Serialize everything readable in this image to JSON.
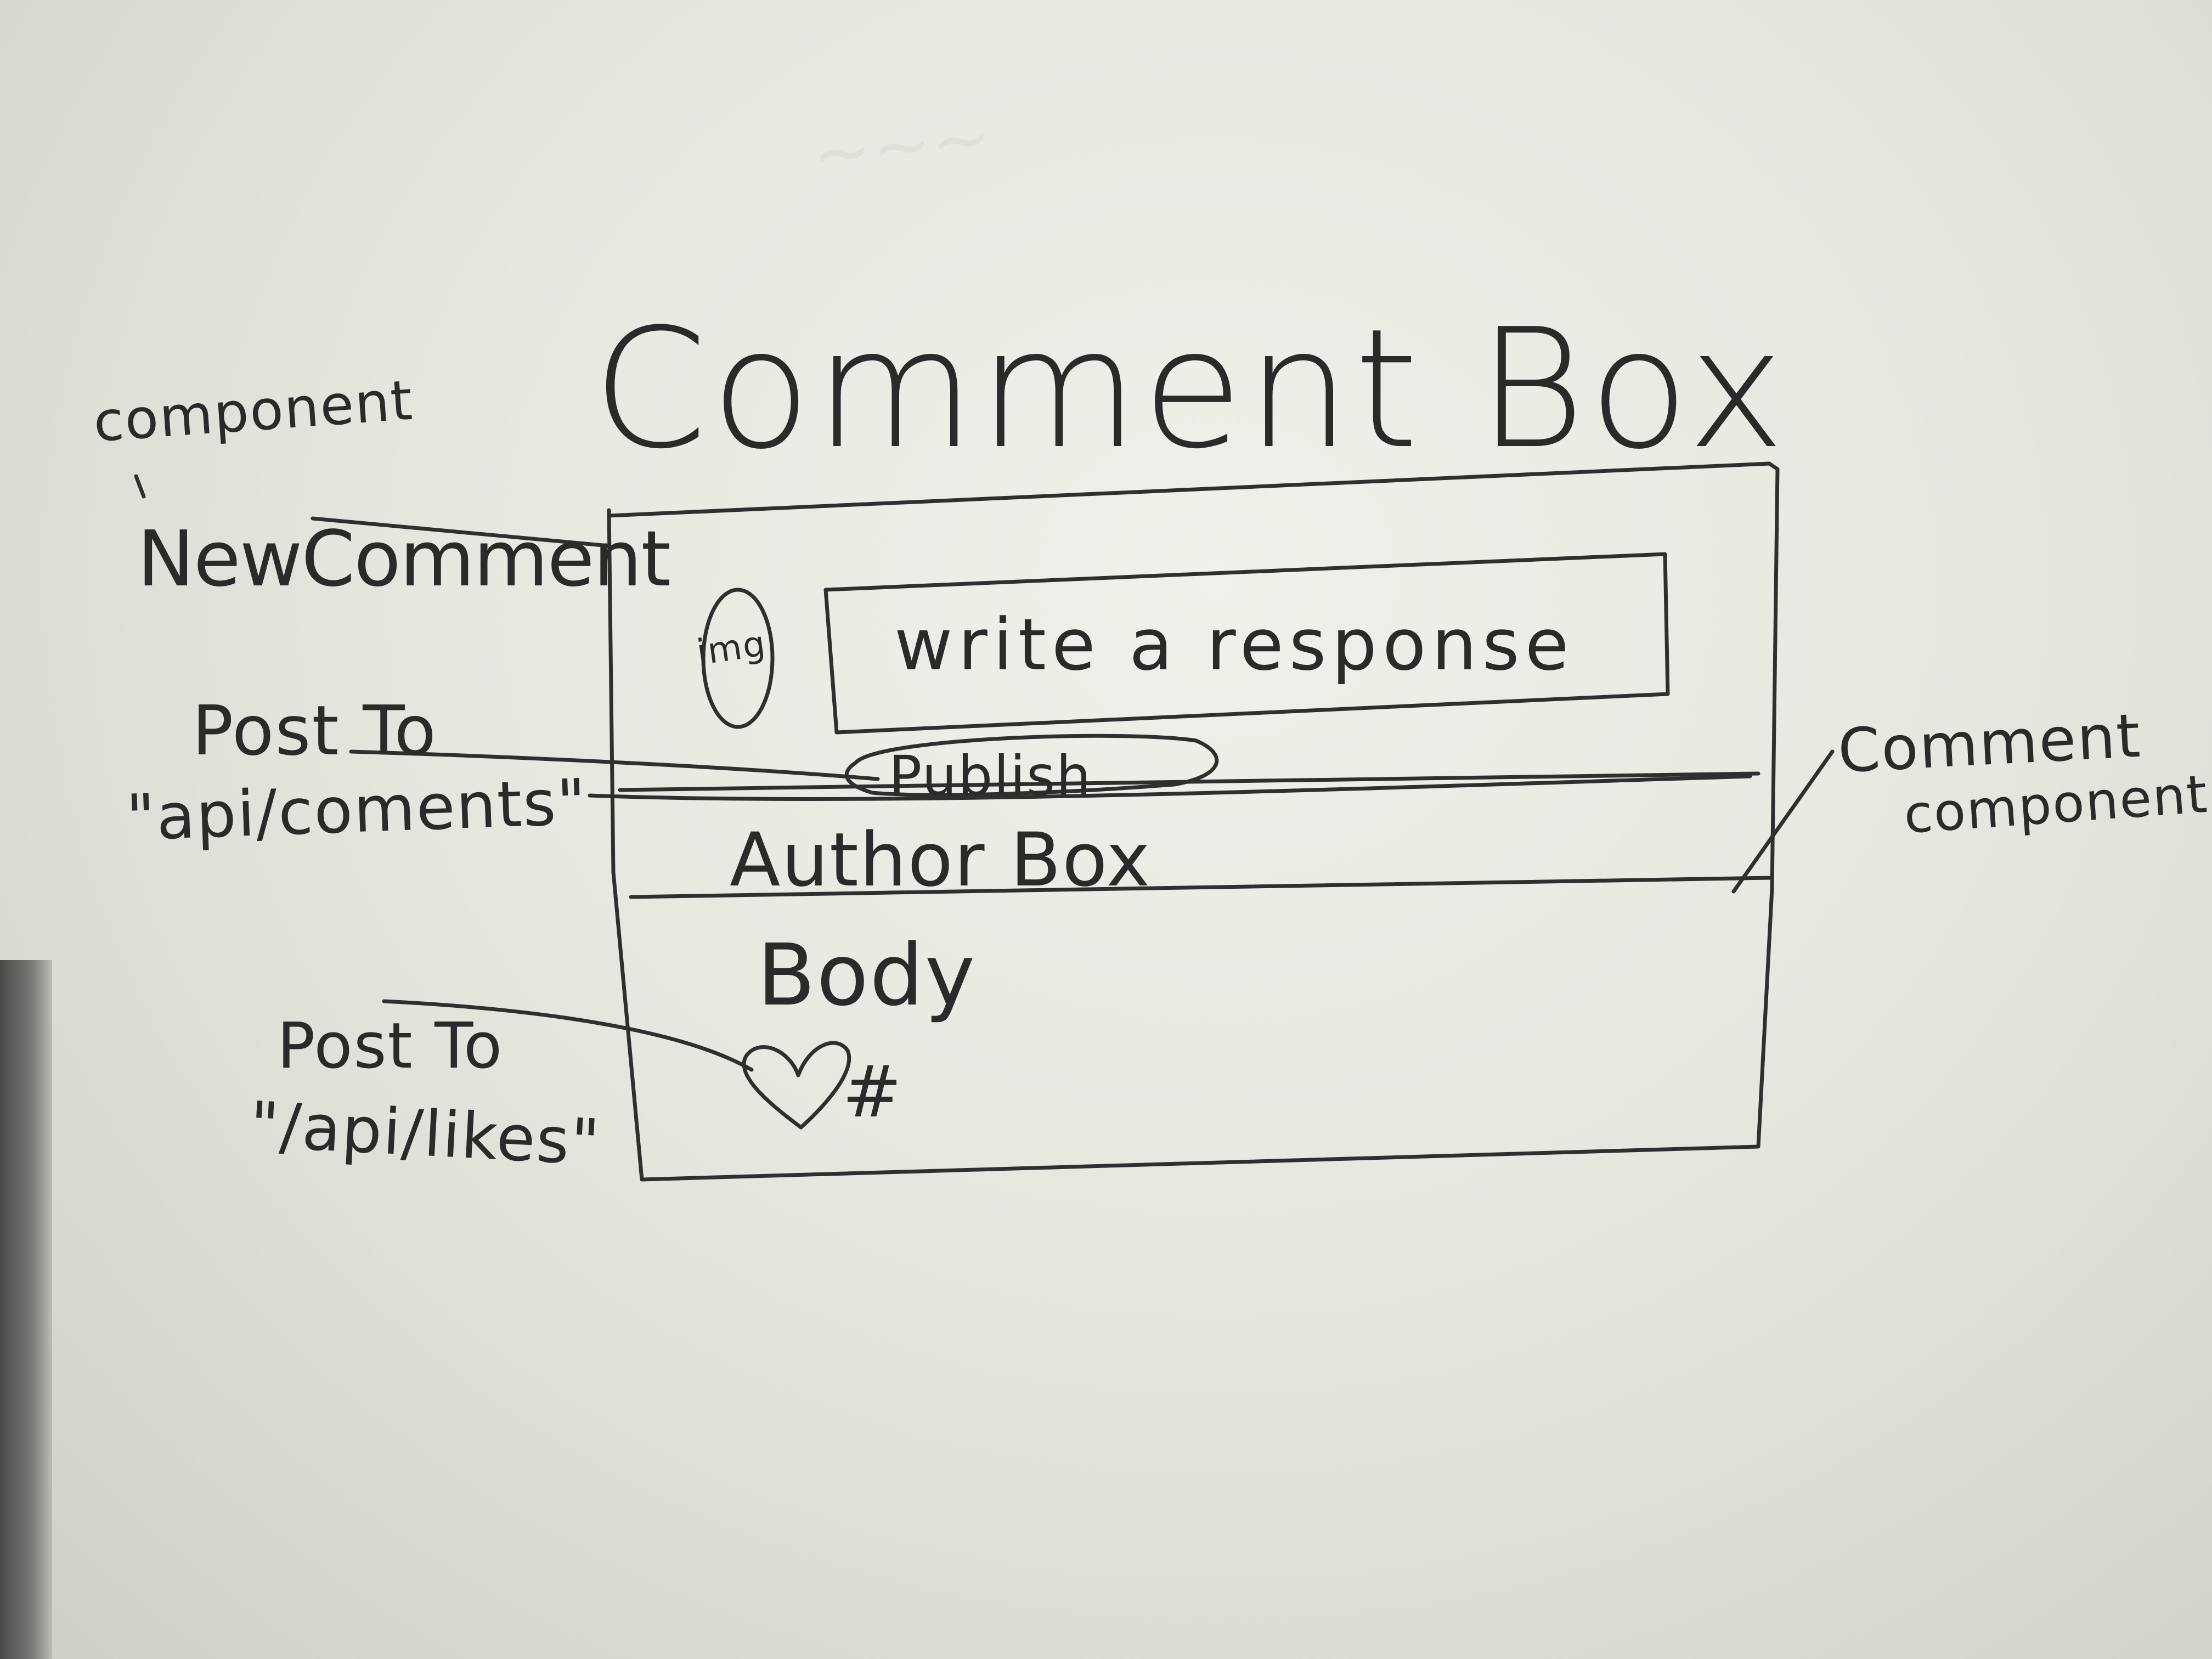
{
  "board": {
    "ink_color": "#2a2a2a",
    "surface_color": "#ebeae3"
  },
  "title": "Comment Box",
  "annotations": {
    "component": "component",
    "new_comment": "NewComment",
    "post_to_comments": "Post To",
    "comments_endpoint": "\"api/coments\"",
    "post_to_likes": "Post To",
    "likes_endpoint": "\"/api/likes\"",
    "comment": "Comment",
    "comment_component": "component"
  },
  "mockup": {
    "avatar_label": "img",
    "input_placeholder": "write a response",
    "publish_button": "Publish",
    "author_box": "Author Box",
    "body": "Body",
    "like_icon": "heart-icon",
    "like_count": "#"
  }
}
